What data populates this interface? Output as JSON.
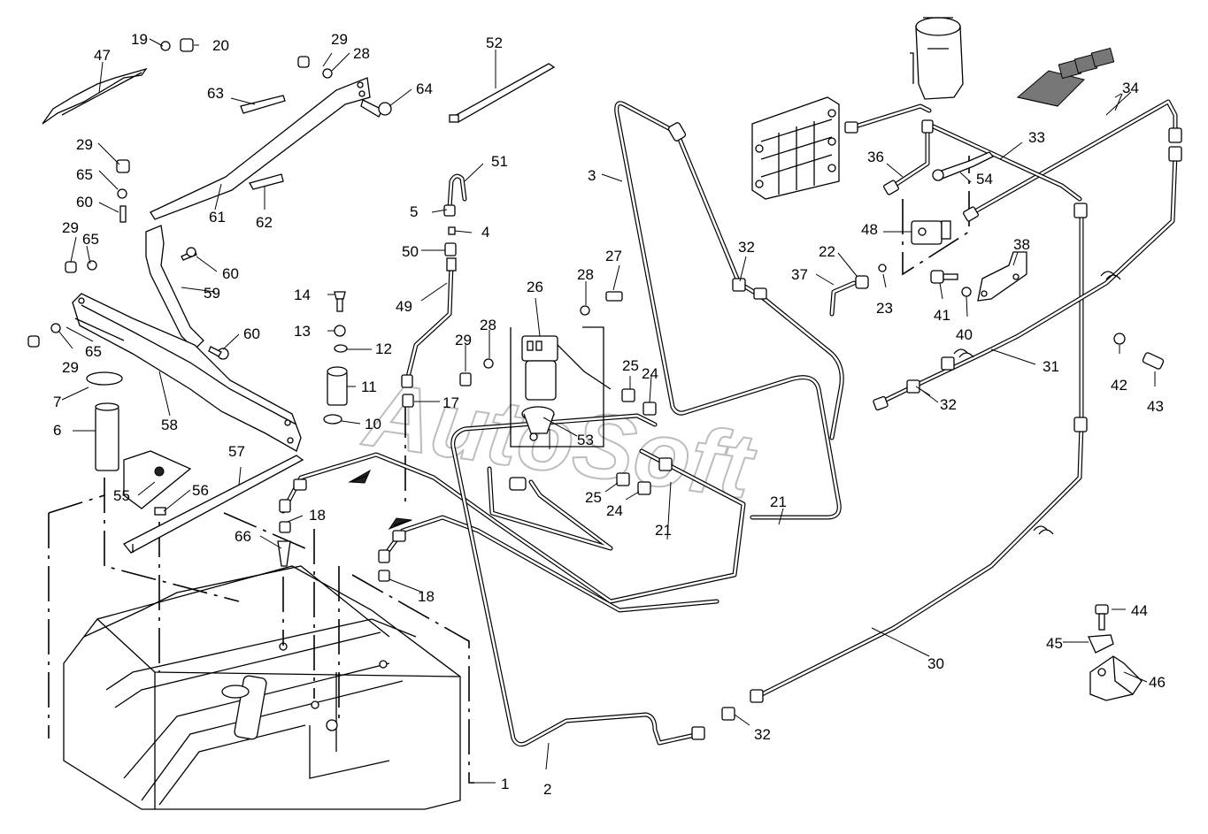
{
  "watermark": "AutoSoft",
  "callouts": [
    {
      "id": "n1",
      "text": "1"
    },
    {
      "id": "n2",
      "text": "2"
    },
    {
      "id": "n3",
      "text": "3"
    },
    {
      "id": "n4",
      "text": "4"
    },
    {
      "id": "n5",
      "text": "5"
    },
    {
      "id": "n6",
      "text": "6"
    },
    {
      "id": "n7",
      "text": "7"
    },
    {
      "id": "n10",
      "text": "10"
    },
    {
      "id": "n11",
      "text": "11"
    },
    {
      "id": "n12",
      "text": "12"
    },
    {
      "id": "n13",
      "text": "13"
    },
    {
      "id": "n14",
      "text": "14"
    },
    {
      "id": "n17",
      "text": "17"
    },
    {
      "id": "n18a",
      "text": "18"
    },
    {
      "id": "n18b",
      "text": "18"
    },
    {
      "id": "n19",
      "text": "19"
    },
    {
      "id": "n20",
      "text": "20"
    },
    {
      "id": "n21a",
      "text": "21"
    },
    {
      "id": "n21b",
      "text": "21"
    },
    {
      "id": "n22",
      "text": "22"
    },
    {
      "id": "n23",
      "text": "23"
    },
    {
      "id": "n24a",
      "text": "24"
    },
    {
      "id": "n24b",
      "text": "24"
    },
    {
      "id": "n25a",
      "text": "25"
    },
    {
      "id": "n25b",
      "text": "25"
    },
    {
      "id": "n26",
      "text": "26"
    },
    {
      "id": "n27",
      "text": "27"
    },
    {
      "id": "n28a",
      "text": "28"
    },
    {
      "id": "n28b",
      "text": "28"
    },
    {
      "id": "n28c",
      "text": "28"
    },
    {
      "id": "n29a",
      "text": "29"
    },
    {
      "id": "n29b",
      "text": "29"
    },
    {
      "id": "n29c",
      "text": "29"
    },
    {
      "id": "n29d",
      "text": "29"
    },
    {
      "id": "n29e",
      "text": "29"
    },
    {
      "id": "n30",
      "text": "30"
    },
    {
      "id": "n31",
      "text": "31"
    },
    {
      "id": "n32a",
      "text": "32"
    },
    {
      "id": "n32b",
      "text": "32"
    },
    {
      "id": "n32c",
      "text": "32"
    },
    {
      "id": "n33",
      "text": "33"
    },
    {
      "id": "n34",
      "text": "34"
    },
    {
      "id": "n36",
      "text": "36"
    },
    {
      "id": "n37",
      "text": "37"
    },
    {
      "id": "n38",
      "text": "38"
    },
    {
      "id": "n40",
      "text": "40"
    },
    {
      "id": "n41",
      "text": "41"
    },
    {
      "id": "n42",
      "text": "42"
    },
    {
      "id": "n43",
      "text": "43"
    },
    {
      "id": "n44",
      "text": "44"
    },
    {
      "id": "n45",
      "text": "45"
    },
    {
      "id": "n46",
      "text": "46"
    },
    {
      "id": "n47",
      "text": "47"
    },
    {
      "id": "n48",
      "text": "48"
    },
    {
      "id": "n49",
      "text": "49"
    },
    {
      "id": "n50",
      "text": "50"
    },
    {
      "id": "n51",
      "text": "51"
    },
    {
      "id": "n52",
      "text": "52"
    },
    {
      "id": "n53",
      "text": "53"
    },
    {
      "id": "n54",
      "text": "54"
    },
    {
      "id": "n55",
      "text": "55"
    },
    {
      "id": "n56",
      "text": "56"
    },
    {
      "id": "n57",
      "text": "57"
    },
    {
      "id": "n58",
      "text": "58"
    },
    {
      "id": "n59",
      "text": "59"
    },
    {
      "id": "n60a",
      "text": "60"
    },
    {
      "id": "n60b",
      "text": "60"
    },
    {
      "id": "n60c",
      "text": "60"
    },
    {
      "id": "n61",
      "text": "61"
    },
    {
      "id": "n62",
      "text": "62"
    },
    {
      "id": "n63",
      "text": "63"
    },
    {
      "id": "n64",
      "text": "64"
    },
    {
      "id": "n65a",
      "text": "65"
    },
    {
      "id": "n65b",
      "text": "65"
    },
    {
      "id": "n65c",
      "text": "65"
    },
    {
      "id": "n66",
      "text": "66"
    }
  ]
}
